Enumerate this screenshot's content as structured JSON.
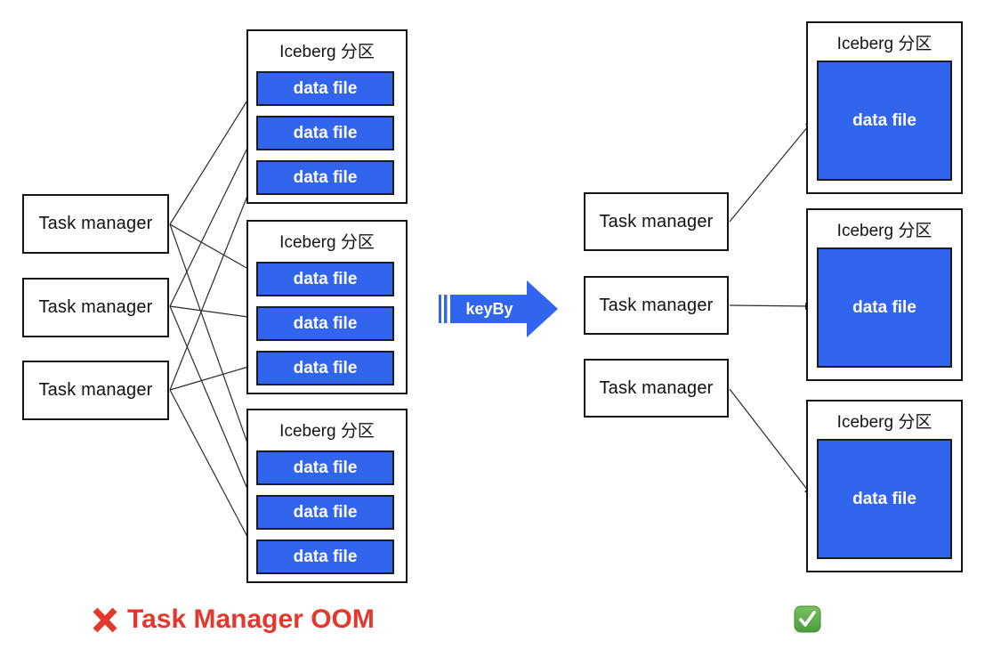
{
  "diagram": {
    "description_domain": "dataflow-diagram",
    "left": {
      "task_managers": [
        {
          "label": "Task manager"
        },
        {
          "label": "Task manager"
        },
        {
          "label": "Task manager"
        }
      ],
      "partitions": [
        {
          "title": "Iceberg 分区",
          "files": [
            "data file",
            "data file",
            "data file"
          ]
        },
        {
          "title": "Iceberg 分区",
          "files": [
            "data file",
            "data file",
            "data file"
          ]
        },
        {
          "title": "Iceberg 分区",
          "files": [
            "data file",
            "data file",
            "data file"
          ]
        }
      ],
      "caption": {
        "icon": "cross-mark",
        "label": "Task Manager OOM"
      }
    },
    "transform": {
      "label": "keyBy"
    },
    "right": {
      "task_managers": [
        {
          "label": "Task manager"
        },
        {
          "label": "Task manager"
        },
        {
          "label": "Task manager"
        }
      ],
      "partitions": [
        {
          "title": "Iceberg 分区",
          "files": [
            "data file"
          ]
        },
        {
          "title": "Iceberg 分区",
          "files": [
            "data file"
          ]
        },
        {
          "title": "Iceberg 分区",
          "files": [
            "data file"
          ]
        }
      ],
      "caption": {
        "icon": "check-mark"
      }
    },
    "colors": {
      "file_blue": "#3265EE",
      "keyby_blue": "#3265EE",
      "error_red": "#E2392C",
      "success_green": "#55A63F",
      "line_black": "#2a2a2a"
    }
  }
}
